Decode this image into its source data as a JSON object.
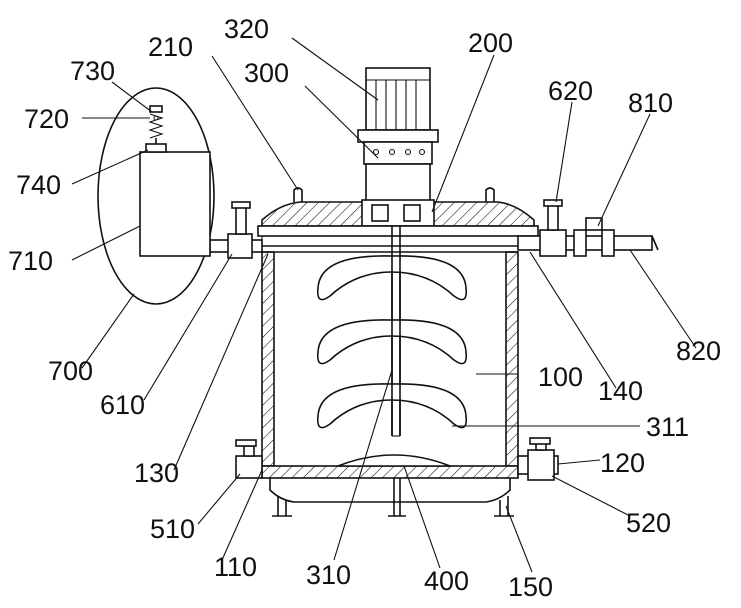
{
  "figure": {
    "labels": {
      "l320": "320",
      "l200": "200",
      "l210": "210",
      "l730": "730",
      "l300": "300",
      "l620": "620",
      "l810": "810",
      "l720": "720",
      "l740": "740",
      "l710": "710",
      "l820": "820",
      "l700": "700",
      "l100": "100",
      "l140": "140",
      "l610": "610",
      "l311": "311",
      "l130": "130",
      "l120": "120",
      "l510": "510",
      "l520": "520",
      "l110": "110",
      "l310": "310",
      "l400": "400",
      "l150": "150"
    }
  }
}
